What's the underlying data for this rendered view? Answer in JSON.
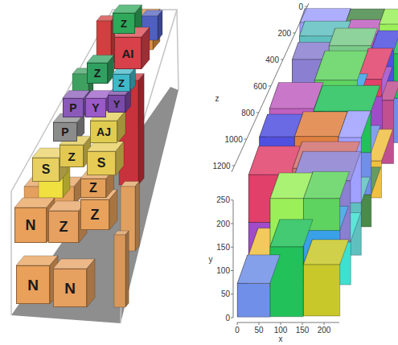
{
  "diagram": {
    "nodes": [
      {
        "text": [
          "Z"
        ]
      },
      {
        "text": [
          "AI"
        ]
      },
      {
        "text": [
          "Z"
        ]
      },
      {
        "text": [
          "Z"
        ]
      },
      {
        "text": [
          "P"
        ]
      },
      {
        "text": [
          "Y"
        ]
      },
      {
        "text": [
          "Y"
        ]
      },
      {
        "text": [
          "P"
        ]
      },
      {
        "text": [
          "AJ"
        ]
      },
      {
        "text": [
          "S"
        ]
      },
      {
        "text": [
          "Z"
        ]
      },
      {
        "text": [
          "S"
        ]
      },
      {
        "text": [
          "N"
        ]
      },
      {
        "text": [
          "Z"
        ]
      },
      {
        "text": [
          "Z"
        ]
      },
      {
        "text": [
          "Z"
        ]
      },
      {
        "text": [
          "N"
        ]
      },
      {
        "text": [
          "N"
        ]
      }
    ],
    "labels": [
      "0",
      "200",
      "400",
      "600",
      "800",
      "1000",
      "1200",
      "z",
      "250",
      "200",
      "150",
      "100",
      "50",
      "0",
      "y",
      "0",
      "50",
      "100",
      "150",
      "200",
      "x"
    ]
  }
}
